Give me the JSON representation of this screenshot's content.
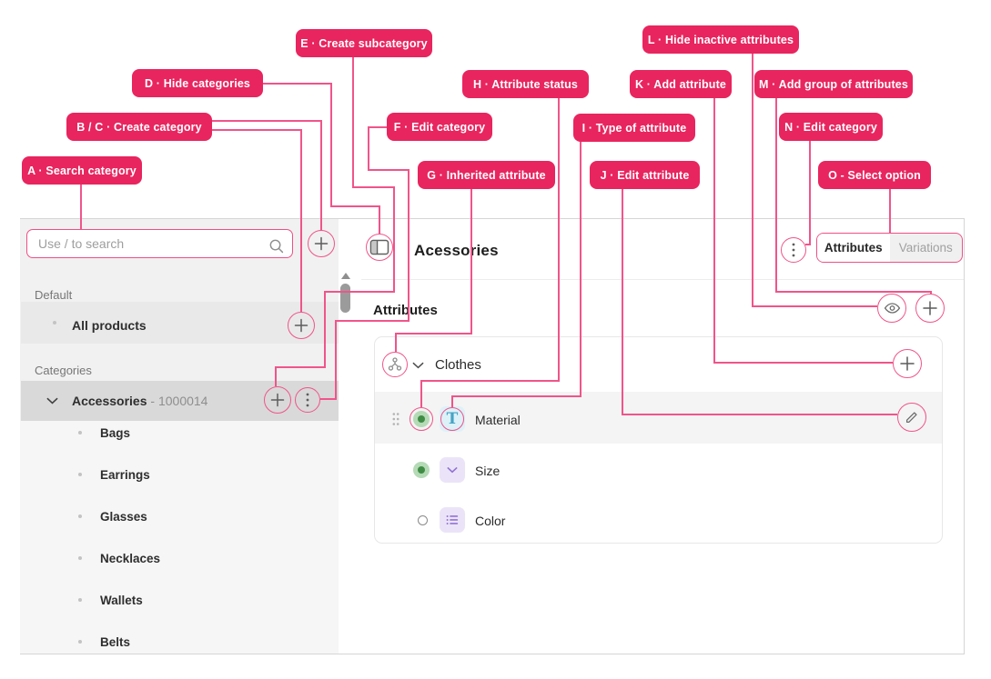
{
  "colors": {
    "annotation_pink": "#e8255e",
    "leader_pink": "#f0548a",
    "status_active_green": "#3f8c45",
    "type_text_blue": "#47a4c4",
    "type_purple": "#9273d4",
    "sidebar_gray": "#f1f1f1",
    "selected_row_gray": "#d9d9d9"
  },
  "annotations": [
    {
      "id": "A",
      "label": "A · Search category",
      "target": "search-input"
    },
    {
      "id": "B / C",
      "label": "B / C · Create category",
      "target": "create-category-buttons"
    },
    {
      "id": "D",
      "label": "D · Hide categories",
      "target": "hide-categories-toggle"
    },
    {
      "id": "E",
      "label": "E · Create subcategory",
      "target": "category-add-button"
    },
    {
      "id": "F",
      "label": "F · Edit category",
      "target": "category-kebab-menu"
    },
    {
      "id": "G",
      "label": "G · Inherited attribute",
      "target": "inherited-attribute-icon"
    },
    {
      "id": "H",
      "label": "H · Attribute status",
      "target": "attribute-status-indicator"
    },
    {
      "id": "I",
      "label": "I · Type of attribute",
      "target": "attribute-type-icon"
    },
    {
      "id": "J",
      "label": "J · Edit attribute",
      "target": "edit-attribute-button"
    },
    {
      "id": "K",
      "label": "K · Add attribute",
      "target": "add-attribute-button"
    },
    {
      "id": "L",
      "label": "L · Hide inactive attributes",
      "target": "hide-inactive-toggle"
    },
    {
      "id": "M",
      "label": "M · Add group of attributes",
      "target": "add-group-button"
    },
    {
      "id": "N",
      "label": "N · Edit category",
      "target": "header-kebab-menu"
    },
    {
      "id": "O",
      "label": "O - Select option",
      "target": "tab-selector"
    }
  ],
  "sidebar": {
    "search_placeholder": "Use / to search",
    "default_section_label": "Default",
    "all_products_label": "All products",
    "categories_section_label": "Categories",
    "category": {
      "name": "Accessories",
      "code_suffix": "- 1000014"
    },
    "subcategories": [
      "Bags",
      "Earrings",
      "Glasses",
      "Necklaces",
      "Wallets",
      "Belts"
    ]
  },
  "main": {
    "title": "Acessories",
    "tabs": [
      {
        "label": "Attributes",
        "active": true
      },
      {
        "label": "Variations",
        "active": false
      }
    ],
    "section_title": "Attributes",
    "group": {
      "name": "Clothes"
    },
    "attribute_type_icons": {
      "text_glyph": "T"
    },
    "attributes": [
      {
        "name": "Material",
        "type": "text",
        "status": "active"
      },
      {
        "name": "Size",
        "type": "dropdown",
        "status": "active"
      },
      {
        "name": "Color",
        "type": "list",
        "status": "inactive"
      }
    ]
  }
}
